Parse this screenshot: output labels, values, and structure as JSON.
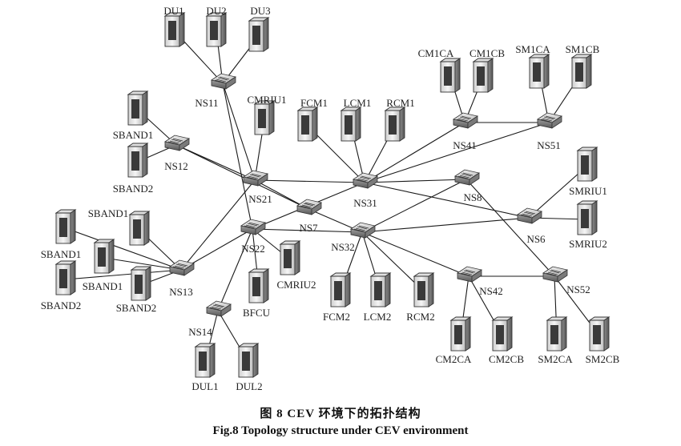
{
  "captions": {
    "chinese": "图 8   CEV 环境下的拓扑结构",
    "english": "Fig.8   Topology structure under CEV environment"
  },
  "diagram": {
    "switches": [
      {
        "id": "NS11",
        "label": "NS11"
      },
      {
        "id": "NS12",
        "label": "NS12"
      },
      {
        "id": "NS13",
        "label": "NS13"
      },
      {
        "id": "NS14",
        "label": "NS14"
      },
      {
        "id": "NS21",
        "label": "NS21"
      },
      {
        "id": "NS22",
        "label": "NS22"
      },
      {
        "id": "NS7",
        "label": "NS7"
      },
      {
        "id": "NS31",
        "label": "NS31"
      },
      {
        "id": "NS32",
        "label": "NS32"
      },
      {
        "id": "NS41",
        "label": "NS41"
      },
      {
        "id": "NS51",
        "label": "NS51"
      },
      {
        "id": "NS8",
        "label": "NS8"
      },
      {
        "id": "NS6",
        "label": "NS6"
      },
      {
        "id": "NS42",
        "label": "NS42"
      },
      {
        "id": "NS52",
        "label": "NS52"
      }
    ],
    "devices": [
      {
        "id": "DU1",
        "label": "DU1"
      },
      {
        "id": "DU2",
        "label": "DU2"
      },
      {
        "id": "DU3",
        "label": "DU3"
      },
      {
        "id": "SBAND1a",
        "label": "SBAND1"
      },
      {
        "id": "SBAND2a",
        "label": "SBAND2"
      },
      {
        "id": "CMRIU1",
        "label": "CMRIU1"
      },
      {
        "id": "FCM1",
        "label": "FCM1"
      },
      {
        "id": "LCM1",
        "label": "LCM1"
      },
      {
        "id": "RCM1",
        "label": "RCM1"
      },
      {
        "id": "CM1CA",
        "label": "CM1CA"
      },
      {
        "id": "CM1CB",
        "label": "CM1CB"
      },
      {
        "id": "SM1CA",
        "label": "SM1CA"
      },
      {
        "id": "SM1CB",
        "label": "SM1CB"
      },
      {
        "id": "SMRIU1",
        "label": "SMRIU1"
      },
      {
        "id": "SMRIU2",
        "label": "SMRIU2"
      },
      {
        "id": "SBAND1b",
        "label": "SBAND1"
      },
      {
        "id": "SBAND1c",
        "label": "SBAND1"
      },
      {
        "id": "SBAND2b",
        "label": "SBAND2"
      },
      {
        "id": "SBAND1d",
        "label": "SBAND1"
      },
      {
        "id": "SBAND2c",
        "label": "SBAND2"
      },
      {
        "id": "CMRIU2",
        "label": "CMRIU2"
      },
      {
        "id": "BFCU",
        "label": "BFCU"
      },
      {
        "id": "FCM2",
        "label": "FCM2"
      },
      {
        "id": "LCM2",
        "label": "LCM2"
      },
      {
        "id": "RCM2",
        "label": "RCM2"
      },
      {
        "id": "DUL1",
        "label": "DUL1"
      },
      {
        "id": "DUL2",
        "label": "DUL2"
      },
      {
        "id": "CM2CA",
        "label": "CM2CA"
      },
      {
        "id": "CM2CB",
        "label": "CM2CB"
      },
      {
        "id": "SM2CA",
        "label": "SM2CA"
      },
      {
        "id": "SM2CB",
        "label": "SM2CB"
      }
    ],
    "links": [
      [
        "DU1",
        "NS11"
      ],
      [
        "DU2",
        "NS11"
      ],
      [
        "DU3",
        "NS11"
      ],
      [
        "NS11",
        "NS21"
      ],
      [
        "NS11",
        "NS22"
      ],
      [
        "SBAND1a",
        "NS12"
      ],
      [
        "SBAND2a",
        "NS12"
      ],
      [
        "NS12",
        "NS21"
      ],
      [
        "NS12",
        "NS7"
      ],
      [
        "CMRIU1",
        "NS21"
      ],
      [
        "NS21",
        "NS31"
      ],
      [
        "NS21",
        "NS13"
      ],
      [
        "NS21",
        "NS7"
      ],
      [
        "NS22",
        "NS13"
      ],
      [
        "NS22",
        "NS14"
      ],
      [
        "NS22",
        "NS31"
      ],
      [
        "NS22",
        "NS32"
      ],
      [
        "NS22",
        "CMRIU2"
      ],
      [
        "NS22",
        "BFCU"
      ],
      [
        "NS7",
        "NS32"
      ],
      [
        "FCM1",
        "NS31"
      ],
      [
        "LCM1",
        "NS31"
      ],
      [
        "RCM1",
        "NS31"
      ],
      [
        "NS31",
        "NS41"
      ],
      [
        "NS31",
        "NS8"
      ],
      [
        "NS31",
        "NS51"
      ],
      [
        "NS31",
        "NS6"
      ],
      [
        "NS41",
        "NS51"
      ],
      [
        "CM1CA",
        "NS41"
      ],
      [
        "CM1CB",
        "NS41"
      ],
      [
        "SM1CA",
        "NS51"
      ],
      [
        "SM1CB",
        "NS51"
      ],
      [
        "NS32",
        "NS8"
      ],
      [
        "NS32",
        "NS6"
      ],
      [
        "NS32",
        "NS42"
      ],
      [
        "NS32",
        "FCM2"
      ],
      [
        "NS32",
        "LCM2"
      ],
      [
        "NS32",
        "RCM2"
      ],
      [
        "NS8",
        "NS52"
      ],
      [
        "NS6",
        "SMRIU1"
      ],
      [
        "NS6",
        "SMRIU2"
      ],
      [
        "NS42",
        "NS52"
      ],
      [
        "NS42",
        "CM2CA"
      ],
      [
        "NS42",
        "CM2CB"
      ],
      [
        "NS52",
        "SM2CA"
      ],
      [
        "NS52",
        "SM2CB"
      ],
      [
        "SBAND1b",
        "NS13"
      ],
      [
        "SBAND1c",
        "NS13"
      ],
      [
        "SBAND2b",
        "NS13"
      ],
      [
        "SBAND1d",
        "NS13"
      ],
      [
        "SBAND2c",
        "NS13"
      ],
      [
        "NS14",
        "DUL1"
      ],
      [
        "NS14",
        "DUL2"
      ]
    ]
  }
}
